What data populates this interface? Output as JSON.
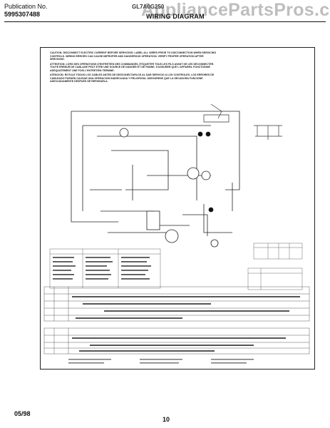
{
  "header": {
    "publication_label": "Publication No.",
    "publication_number": "5995307488",
    "model": "GL7A0G250",
    "title": "WIRING DIAGRAM",
    "watermark": "AppliancePartsPros.com"
  },
  "caution": {
    "english": "CAUTION: DISCONNECT ELECTRIC CURRENT BEFORE SERVICING. LABEL ALL WIRES PRIOR TO DISCONNECTION WHEN SERVICING CONTROLS. WIRING ERRORS CAN CAUSE IMPROPER AND DANGEROUS OPERATION. VERIFY PROPER OPERATION AFTER SERVICING.",
    "french": "ATTENTION: LORS DES OPERATIONS D'ENTRETIEN DES COMMANDES, ETIQUETER TOUS LES FILS AVANT DE LES DECONNECTER. TOUTE ERREUR DE CABLAGE PEUT ETRE UNE SOURCE DE DANGER ET DE PANNE. S'ASSURER QUE L'APPAREIL FONCTIONNE ADEQUATEMENT UNE FOIS L'ENTRETIEN TERMINE.",
    "spanish": "ATENCION: ROTULE TODOS LOS CABLES ANTES DE DESCONECTARLOS AL DAR SERVICIO A LOS CONTROLES. LOS ERRORES DE CABLEADO PUEDEN CAUSAR UNA OPERACION INADECUADA Y PELIGROSA. ASEGURESE QUE LA SECADORA FUNCIONE ADECUADAMENTE DESPUES DE REPARARLA."
  },
  "footer": {
    "date": "05/98",
    "page": "10"
  }
}
